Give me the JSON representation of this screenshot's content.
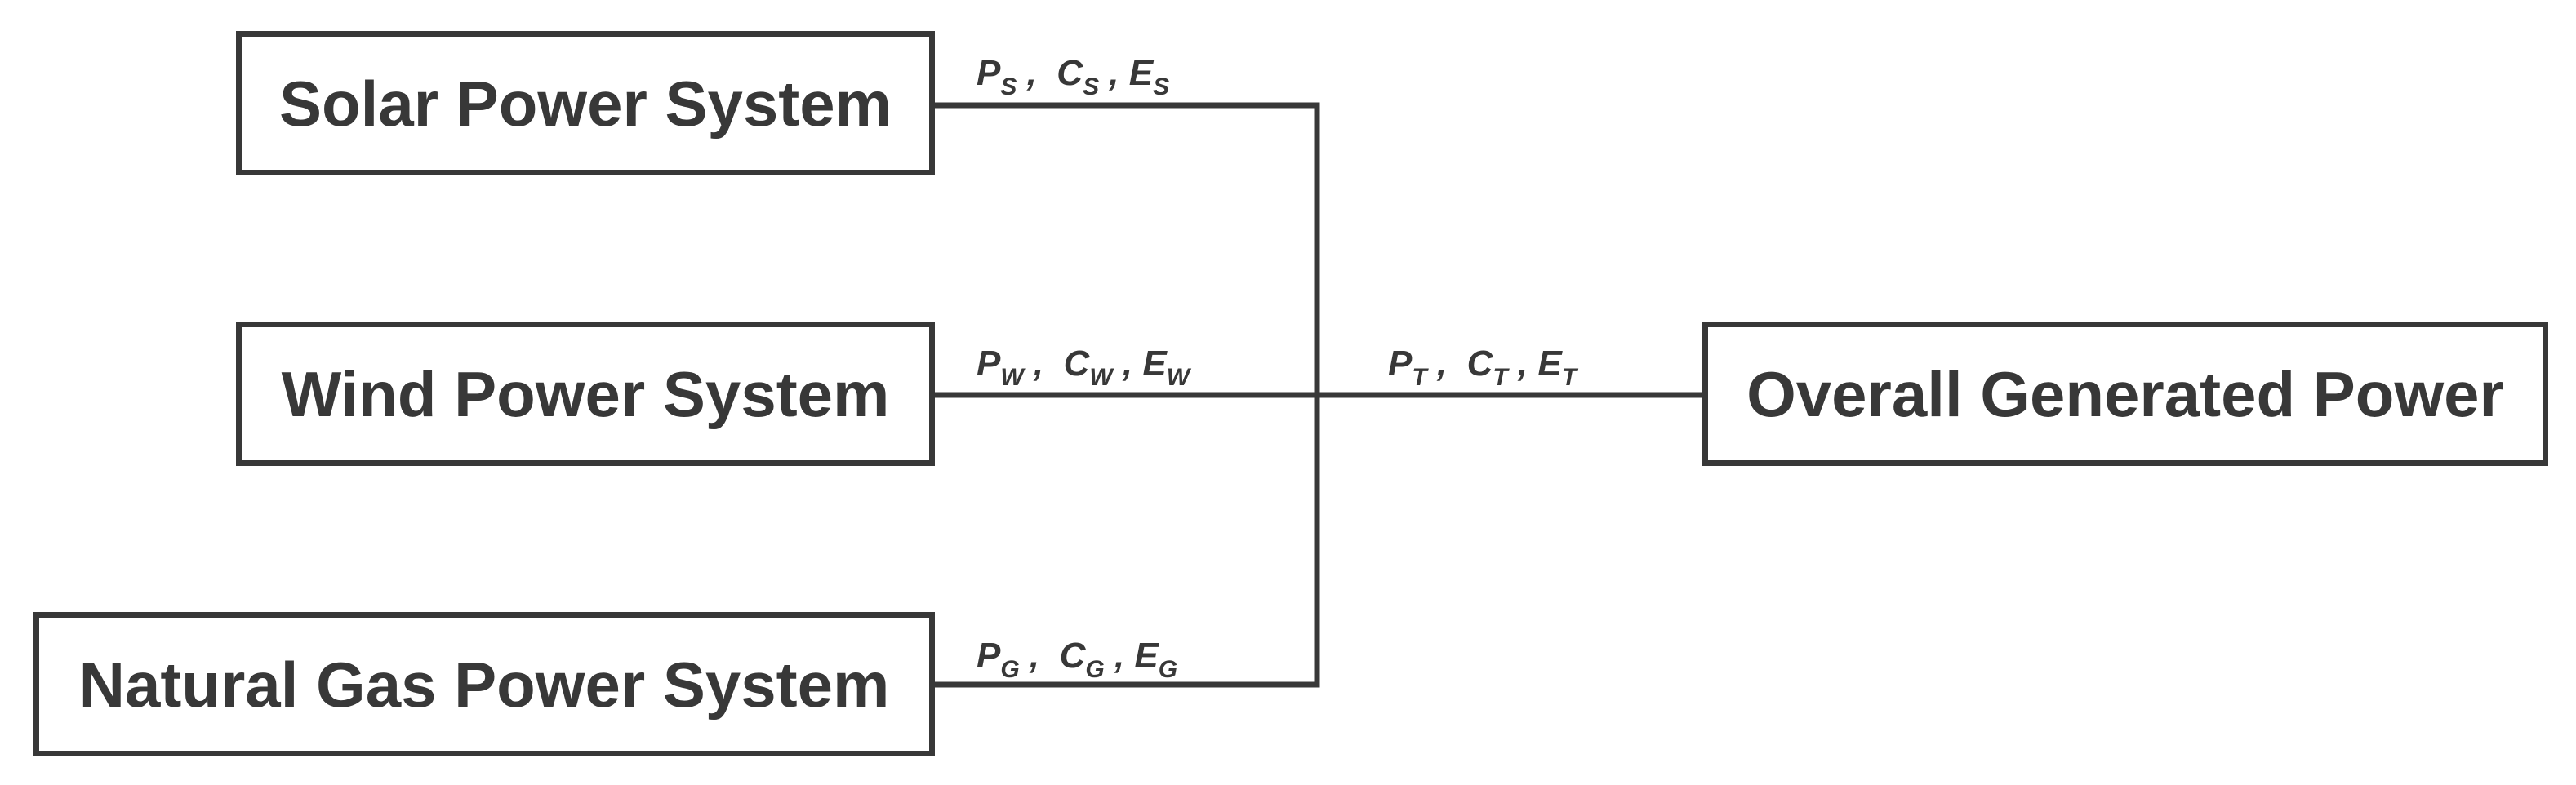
{
  "diagram": {
    "sources": [
      {
        "name": "Solar Power System",
        "flow": {
          "p": "P",
          "p_sub": "S",
          "c": "C",
          "c_sub": "S",
          "e": "E",
          "e_sub": "S"
        }
      },
      {
        "name": "Wind Power System",
        "flow": {
          "p": "P",
          "p_sub": "W",
          "c": "C",
          "c_sub": "W",
          "e": "E",
          "e_sub": "W"
        }
      },
      {
        "name": "Natural Gas Power System",
        "flow": {
          "p": "P",
          "p_sub": "G",
          "c": "C",
          "c_sub": "G",
          "e": "E",
          "e_sub": "G"
        }
      }
    ],
    "output": {
      "name": "Overall Generated Power",
      "flow": {
        "p": "P",
        "p_sub": "T",
        "c": "C",
        "c_sub": "T",
        "e": "E",
        "e_sub": "T"
      }
    },
    "colors": {
      "stroke": "#383838",
      "text": "#383838",
      "background": "#ffffff"
    }
  }
}
